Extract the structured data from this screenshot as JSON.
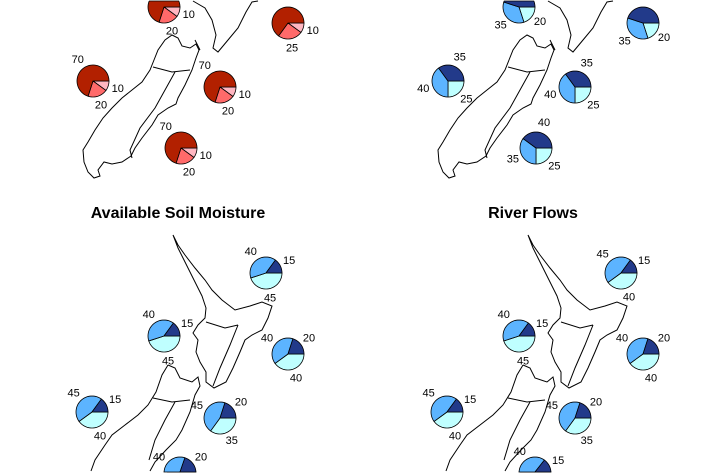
{
  "colors": {
    "temperature": {
      "below": "#FFB6C1",
      "near": "#FF6A6A",
      "above": "#B22000"
    },
    "water": {
      "below": "#BFFFFF",
      "near": "#5CB4FF",
      "above": "#223A8A"
    }
  },
  "panels": [
    {
      "id": "temperature",
      "title": null,
      "scheme": "temperature",
      "pies": [
        {
          "below": 10,
          "near": 20,
          "above": 70
        },
        {
          "below": 10,
          "near": 25,
          "above": 65
        },
        {
          "below": 10,
          "near": 20,
          "above": 70
        },
        {
          "below": 10,
          "near": 20,
          "above": 70
        },
        {
          "below": 10,
          "near": 20,
          "above": 70
        }
      ]
    },
    {
      "id": "rainfall",
      "title": null,
      "scheme": "water",
      "pies": [
        {
          "below": 20,
          "near": 35,
          "above": 45
        },
        {
          "below": 20,
          "near": 35,
          "above": 45
        },
        {
          "below": 25,
          "near": 40,
          "above": 35
        },
        {
          "below": 25,
          "near": 40,
          "above": 35
        },
        {
          "below": 25,
          "near": 35,
          "above": 40
        }
      ]
    },
    {
      "id": "soil-moisture",
      "title": "Available Soil Moisture",
      "scheme": "water",
      "pies": [
        {
          "below": 45,
          "near": 40,
          "above": 15
        },
        {
          "below": 45,
          "near": 40,
          "above": 15
        },
        {
          "below": 40,
          "near": 40,
          "above": 20
        },
        {
          "below": 40,
          "near": 45,
          "above": 15
        },
        {
          "below": 35,
          "near": 45,
          "above": 20
        },
        {
          "below": 40,
          "near": 40,
          "above": 20
        }
      ]
    },
    {
      "id": "river-flows",
      "title": "River Flows",
      "scheme": "water",
      "pies": [
        {
          "below": 40,
          "near": 45,
          "above": 15
        },
        {
          "below": 45,
          "near": 40,
          "above": 15
        },
        {
          "below": 40,
          "near": 40,
          "above": 20
        },
        {
          "below": 40,
          "near": 45,
          "above": 15
        },
        {
          "below": 35,
          "near": 45,
          "above": 20
        },
        {
          "below": 45,
          "near": 40,
          "above": 15
        }
      ]
    }
  ]
}
